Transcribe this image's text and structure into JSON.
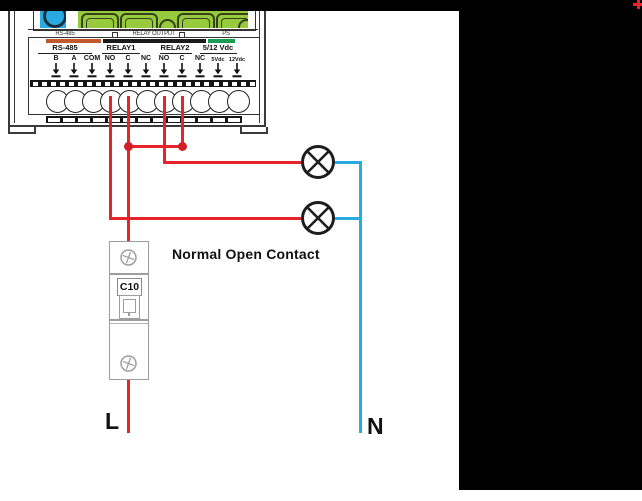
{
  "device": {
    "strip": {
      "rs485": "RS-485",
      "relay_output": "RELAY OUTPUT",
      "ps": "PS"
    },
    "sections": [
      {
        "label": "RS-485"
      },
      {
        "label": "RELAY1"
      },
      {
        "label": "RELAY2"
      },
      {
        "label": "5/12 Vdc"
      }
    ],
    "terminals": [
      "B",
      "A",
      "COM",
      "NO",
      "C",
      "NC",
      "NO",
      "C",
      "NC",
      "5Vdc",
      "12Vdc"
    ]
  },
  "breaker": {
    "label": "C10"
  },
  "labels": {
    "contact_note": "Normal Open Contact",
    "line": "L",
    "neutral": "N"
  },
  "colors": {
    "wire_live": "#E8232A",
    "wire_live_dot": "#D01F26",
    "wire_neutral": "#29ABE2",
    "bar_orange": "#C05A2E",
    "bar_black": "#1b1b1b",
    "bar_green": "#199B52",
    "block_blue": "#29ABE2",
    "block_green": "#97CA3D",
    "corner_mark": "#E8232A"
  }
}
